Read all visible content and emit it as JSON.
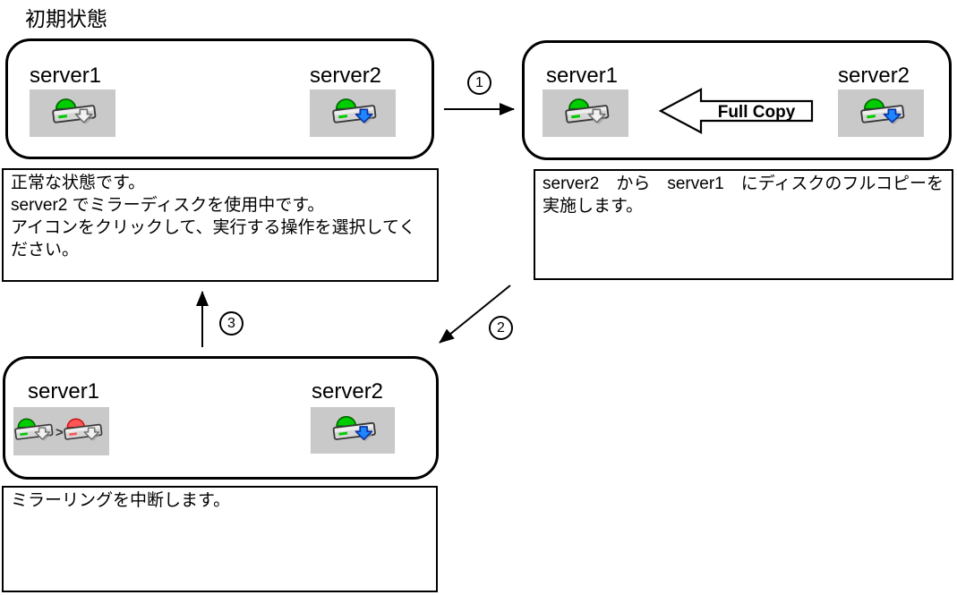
{
  "title": "初期状態",
  "colors": {
    "green": "#00cc00",
    "green_dark": "#006600",
    "blue": "#1e86ff",
    "blue_dark": "#0a2fa0",
    "red": "#ff5555",
    "red_dark": "#cc1111",
    "icon_bg": "#c9c9c9",
    "arrow_fill": "#f2f2f2",
    "arrow_stroke": "#707070"
  },
  "steps": {
    "s1": "1",
    "s2": "2",
    "s3": "3"
  },
  "full_copy_label": "Full Copy",
  "boxes": {
    "initial": {
      "server1": "server1",
      "server2": "server2"
    },
    "full_copy": {
      "server1": "server1",
      "server2": "server2"
    },
    "suspended": {
      "server1": "server1",
      "server2": "server2"
    }
  },
  "captions": {
    "initial": "正常な状態です。\nserver2 でミラーディスクを使用中です。\nアイコンをクリックして、実行する操作を選択してください。",
    "full_copy": "server2　から　server1　にディスクのフルコピーを実施します。",
    "suspend": "ミラーリングを中断します。"
  },
  "icons": {
    "normal_disk": "mirror-disk-normal-icon",
    "active_disk": "mirror-disk-active-blue-arrow-icon",
    "error_transition": "mirror-disk-green-to-red-icon"
  }
}
